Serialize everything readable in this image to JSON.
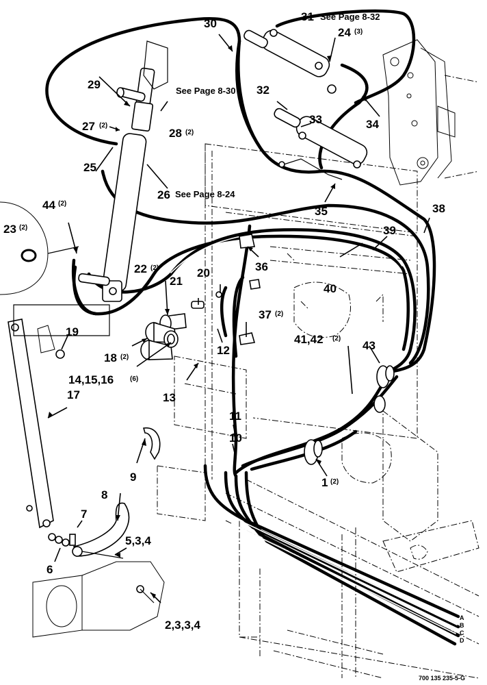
{
  "callouts": {
    "c1": "1",
    "c1q": "(2)",
    "c2": "2,3,3,4",
    "c6": "6",
    "c7": "7",
    "c8": "8",
    "c9": "9",
    "c10": "10",
    "c11": "11",
    "c12": "12",
    "c13": "13",
    "c14": "14,15,16",
    "c14q": "(6)",
    "c17": "17",
    "c18": "18",
    "c18q": "(2)",
    "c19": "19",
    "c20": "20",
    "c21": "21",
    "c22": "22",
    "c22q": "(2)",
    "c23": "23",
    "c23q": "(2)",
    "c24": "24",
    "c24q": "(3)",
    "c25": "25",
    "c26": "26",
    "c27": "27",
    "c27q": "(2)",
    "c28": "28",
    "c28q": "(2)",
    "c29": "29",
    "c30": "30",
    "c31": "31",
    "c32": "32",
    "c33": "33",
    "c34": "34",
    "c35": "35",
    "c36": "36",
    "c37": "37",
    "c37q": "(2)",
    "c38": "38",
    "c39": "39",
    "c40": "40",
    "c41": "41,42",
    "c41q": "(2)",
    "c43": "43",
    "c44": "44",
    "c44q": "(2)",
    "c534": "5,3,4"
  },
  "refs": {
    "r832": "See Page 8-32",
    "r830": "See Page 8-30",
    "r824": "See Page 8-24"
  },
  "hose_end_labels": {
    "a": "A",
    "b": "B",
    "c": "C",
    "d": "D"
  },
  "figure_code": "700 135 235-5-G"
}
